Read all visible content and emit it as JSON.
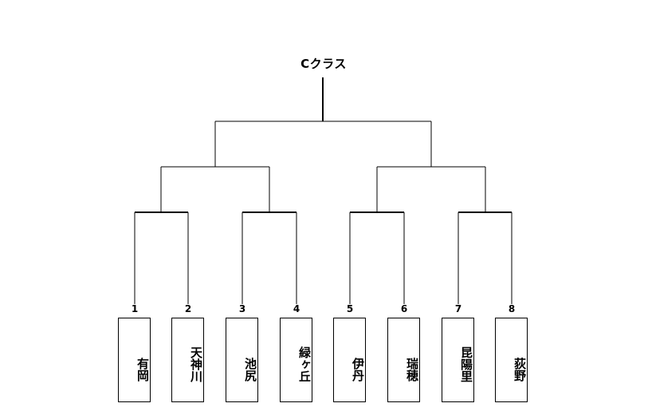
{
  "title": "Cクラス",
  "teams": [
    {
      "seed": "1",
      "name": "有岡"
    },
    {
      "seed": "2",
      "name": "天神川"
    },
    {
      "seed": "3",
      "name": "池尻"
    },
    {
      "seed": "4",
      "name": "緑ヶ丘"
    },
    {
      "seed": "5",
      "name": "伊丹"
    },
    {
      "seed": "6",
      "name": "瑞穂"
    },
    {
      "seed": "7",
      "name": "昆陽里"
    },
    {
      "seed": "8",
      "name": "荻野"
    }
  ],
  "colors": {
    "line": "#000000",
    "background": "#ffffff"
  }
}
